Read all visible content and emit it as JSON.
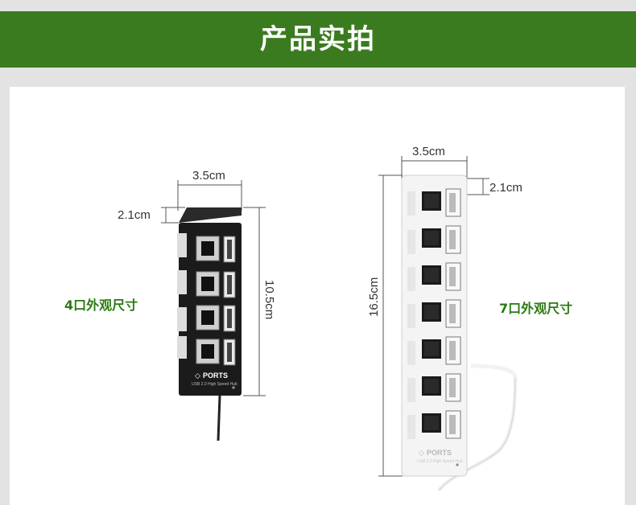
{
  "header": {
    "title": "产品实拍"
  },
  "left_hub": {
    "caption": "4口外观尺寸",
    "width_label": "3.5cm",
    "depth_label": "2.1cm",
    "length_label": "10.5cm",
    "brand_text": "PORTS",
    "sub_text": "USB 2.0 High Speed Hub",
    "port_count": 4,
    "body_color": "#1b1b1b"
  },
  "right_hub": {
    "caption": "7口外观尺寸",
    "width_label": "3.5cm",
    "depth_label": "2.1cm",
    "length_label": "16.5cm",
    "brand_text": "PORTS",
    "sub_text": "USB 2.0 High Speed Hub",
    "port_count": 7,
    "body_color": "#f4f4f4"
  },
  "colors": {
    "banner": "#3a7b1f",
    "caption": "#2b7a12"
  }
}
